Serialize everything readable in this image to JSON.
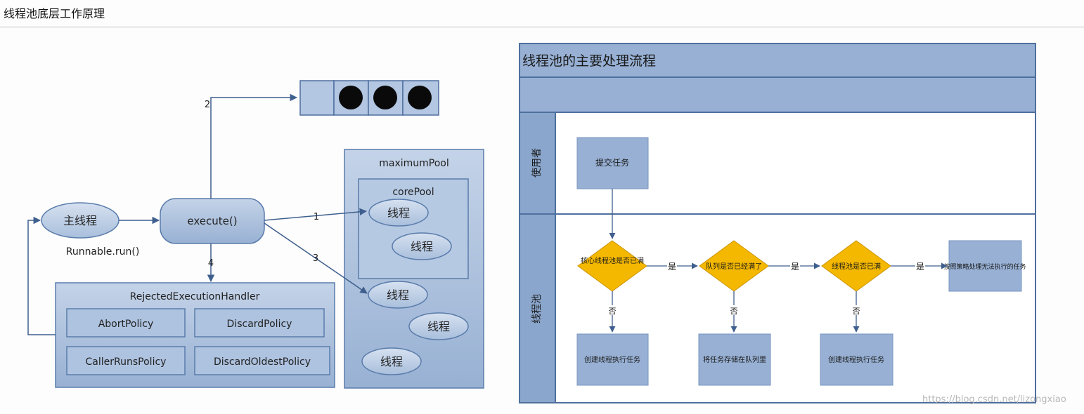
{
  "page": {
    "title": "线程池底层工作原理"
  },
  "left_diagram": {
    "main_thread": "主线程",
    "runnable": "Runnable.run()",
    "execute": "execute()",
    "step_labels": [
      "1",
      "2",
      "3",
      "4"
    ],
    "maximum_pool": "maximumPool",
    "core_pool": "corePool",
    "thread_label": "线程",
    "handler": "RejectedExecutionHandler",
    "policies": [
      "AbortPolicy",
      "DiscardPolicy",
      "CallerRunsPolicy",
      "DiscardOldestPolicy"
    ]
  },
  "right_diagram": {
    "title": "线程池的主要处理流程",
    "lane_user": "使用者",
    "lane_pool": "线程池",
    "submit_task": "提交任务",
    "decision_core": "核心线程池是否已满",
    "decision_queue": "队列是否已经满了",
    "decision_pool": "线程池是否已满",
    "reject": "按照策略处理无法执行的任务",
    "create_core": "创建线程执行任务",
    "store_queue": "将任务存储在队列里",
    "create_pool": "创建线程执行任务",
    "yes": "是",
    "no": "否"
  },
  "watermark": "https://blog.csdn.net/lizongxiao",
  "colors": {
    "box_fill": "#9cb4d6",
    "box_dark": "#7f9bc2",
    "stroke": "#3f5f8e",
    "diamond": "#f5b800",
    "lane": "#8aa6cc"
  }
}
